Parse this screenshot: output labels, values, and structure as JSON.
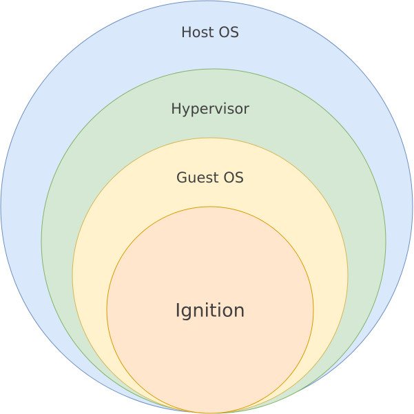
{
  "layers": [
    {
      "label": "Host OS",
      "fill": "#dae8fc",
      "stroke": "#6c8ebf"
    },
    {
      "label": "Hypervisor",
      "fill": "#d5e8d4",
      "stroke": "#82b366"
    },
    {
      "label": "Guest OS",
      "fill": "#fff2cc",
      "stroke": "#d6b656"
    },
    {
      "label": "Ignition",
      "fill": "#ffe6cc",
      "stroke": "#d79b00"
    }
  ]
}
